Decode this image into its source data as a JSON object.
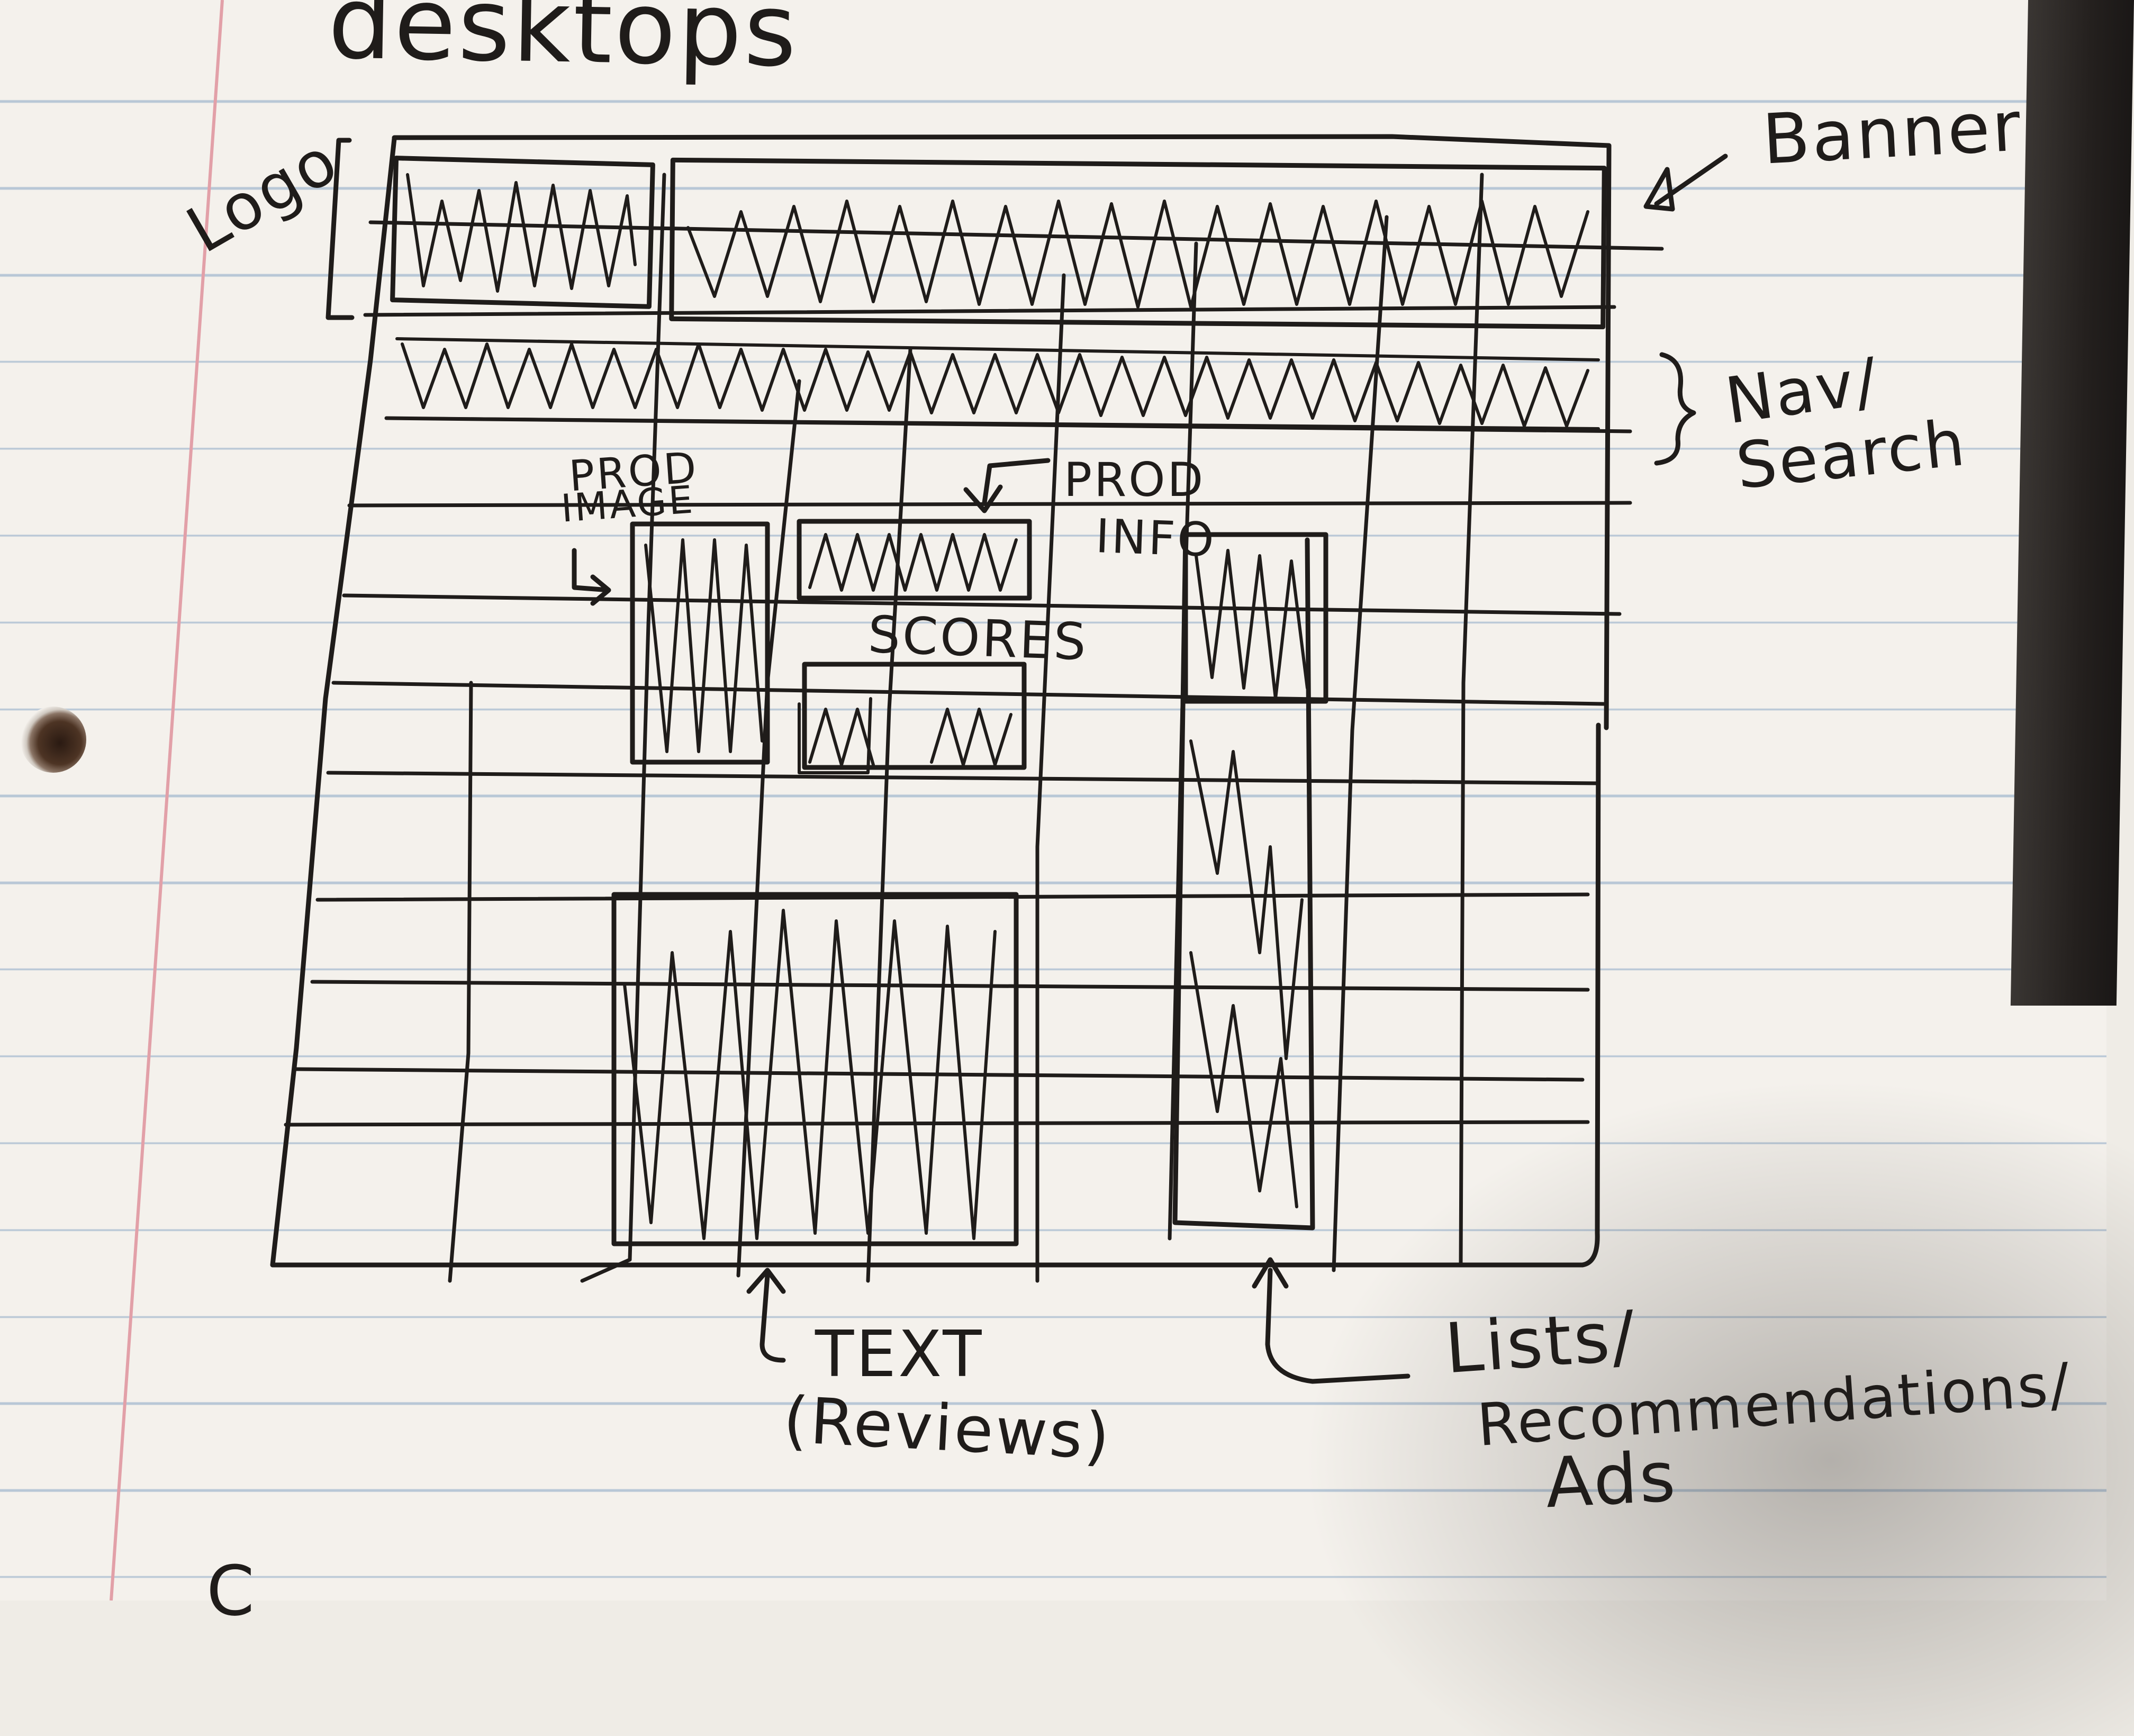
{
  "page": {
    "heading": "desktops",
    "bottom_fragment": "C"
  },
  "labels": {
    "logo": "Logo",
    "banner": "Banner",
    "nav_search_line1": "Nav/",
    "nav_search_line2": "Search",
    "prod_image_line1": "PROD",
    "prod_image_line2": "IMAGE",
    "prod_info_line1": "PROD",
    "prod_info_line2": "INFO",
    "scores": "SCORES",
    "text_line1": "TEXT",
    "text_line2": "(Reviews)",
    "lists_line1": "Lists/",
    "lists_line2": "Recommendations/",
    "lists_line3": "Ads"
  },
  "colors": {
    "paper": "#f4f1ec",
    "rule_line": "#b8c7d6",
    "margin_line": "#e2a0a8",
    "ink": "#1f1c1a"
  }
}
